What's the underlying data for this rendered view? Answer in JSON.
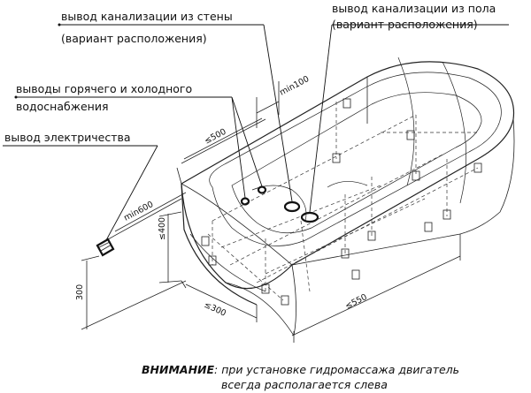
{
  "labels": {
    "wall_drain": "вывод канализации из стены",
    "wall_drain_variant": "(вариант расположения)",
    "floor_drain": "вывод канализации из пола",
    "floor_drain_variant": "(вариант расположения)",
    "water_line1": "выводы горячего и холодного",
    "water_line2": "водоснабжения",
    "electric": "вывод электричества"
  },
  "dimensions": {
    "d_min100": "min100",
    "d_500": "≤500",
    "d_min600": "min600",
    "d_400": "≤400",
    "d_300v": "300",
    "d_300h": "≤300",
    "d_550": "≤550"
  },
  "note": {
    "strong": "ВНИМАНИЕ",
    "line1": ": при установке гидромассажа двигатель",
    "line2": "всегда располагается слева"
  }
}
